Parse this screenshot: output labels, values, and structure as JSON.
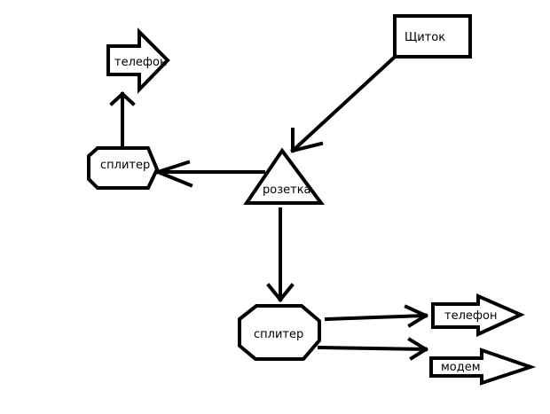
{
  "nodes": {
    "panel": "Щиток",
    "socket": "розетка",
    "splitter_left": "сплитер",
    "splitter_bottom": "сплитер",
    "phone_top": "телефон",
    "phone_bottom": "телефон",
    "modem": "модем"
  }
}
